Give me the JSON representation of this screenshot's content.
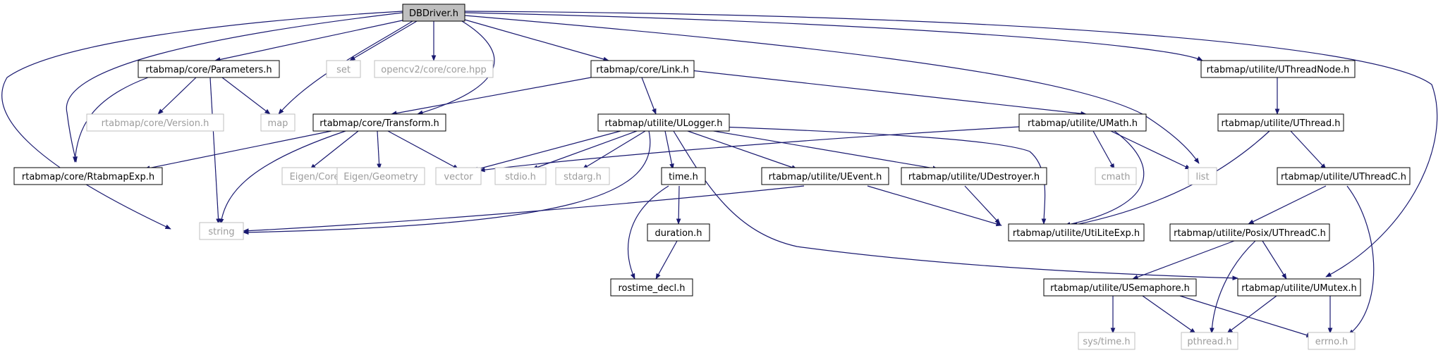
{
  "colors": {
    "edge": "#191970",
    "root_fill": "#bfbfbf",
    "box_border": "#000000",
    "external_border": "#bfbfbf",
    "external_text": "#9c9c9c"
  },
  "nodes": {
    "dbdriver": {
      "label": "DBDriver.h"
    },
    "parameters": {
      "label": "rtabmap/core/Parameters.h"
    },
    "set": {
      "label": "set"
    },
    "opencv": {
      "label": "opencv2/core/core.hpp"
    },
    "link": {
      "label": "rtabmap/core/Link.h"
    },
    "uthreadnode": {
      "label": "rtabmap/utilite/UThreadNode.h"
    },
    "version": {
      "label": "rtabmap/core/Version.h"
    },
    "map": {
      "label": "map"
    },
    "transform": {
      "label": "rtabmap/core/Transform.h"
    },
    "ulogger": {
      "label": "rtabmap/utilite/ULogger.h"
    },
    "umath": {
      "label": "rtabmap/utilite/UMath.h"
    },
    "uthread": {
      "label": "rtabmap/utilite/UThread.h"
    },
    "rtabmapexp": {
      "label": "rtabmap/core/RtabmapExp.h"
    },
    "eigencore": {
      "label": "Eigen/Core"
    },
    "eigengeometry": {
      "label": "Eigen/Geometry"
    },
    "vector": {
      "label": "vector"
    },
    "stdio": {
      "label": "stdio.h"
    },
    "stdarg": {
      "label": "stdarg.h"
    },
    "time": {
      "label": "time.h"
    },
    "uevent": {
      "label": "rtabmap/utilite/UEvent.h"
    },
    "udestroyer": {
      "label": "rtabmap/utilite/UDestroyer.h"
    },
    "cmath": {
      "label": "cmath"
    },
    "list": {
      "label": "list"
    },
    "uthreadc": {
      "label": "rtabmap/utilite/UThreadC.h"
    },
    "string": {
      "label": "string"
    },
    "duration": {
      "label": "duration.h"
    },
    "utiliteexp": {
      "label": "rtabmap/utilite/UtiLiteExp.h"
    },
    "posixuthreadc": {
      "label": "rtabmap/utilite/Posix/UThreadC.h"
    },
    "rostime": {
      "label": "rostime_decl.h"
    },
    "usemaphore": {
      "label": "rtabmap/utilite/USemaphore.h"
    },
    "umutex": {
      "label": "rtabmap/utilite/UMutex.h"
    },
    "systime": {
      "label": "sys/time.h"
    },
    "pthread": {
      "label": "pthread.h"
    },
    "errno": {
      "label": "errno.h"
    }
  }
}
